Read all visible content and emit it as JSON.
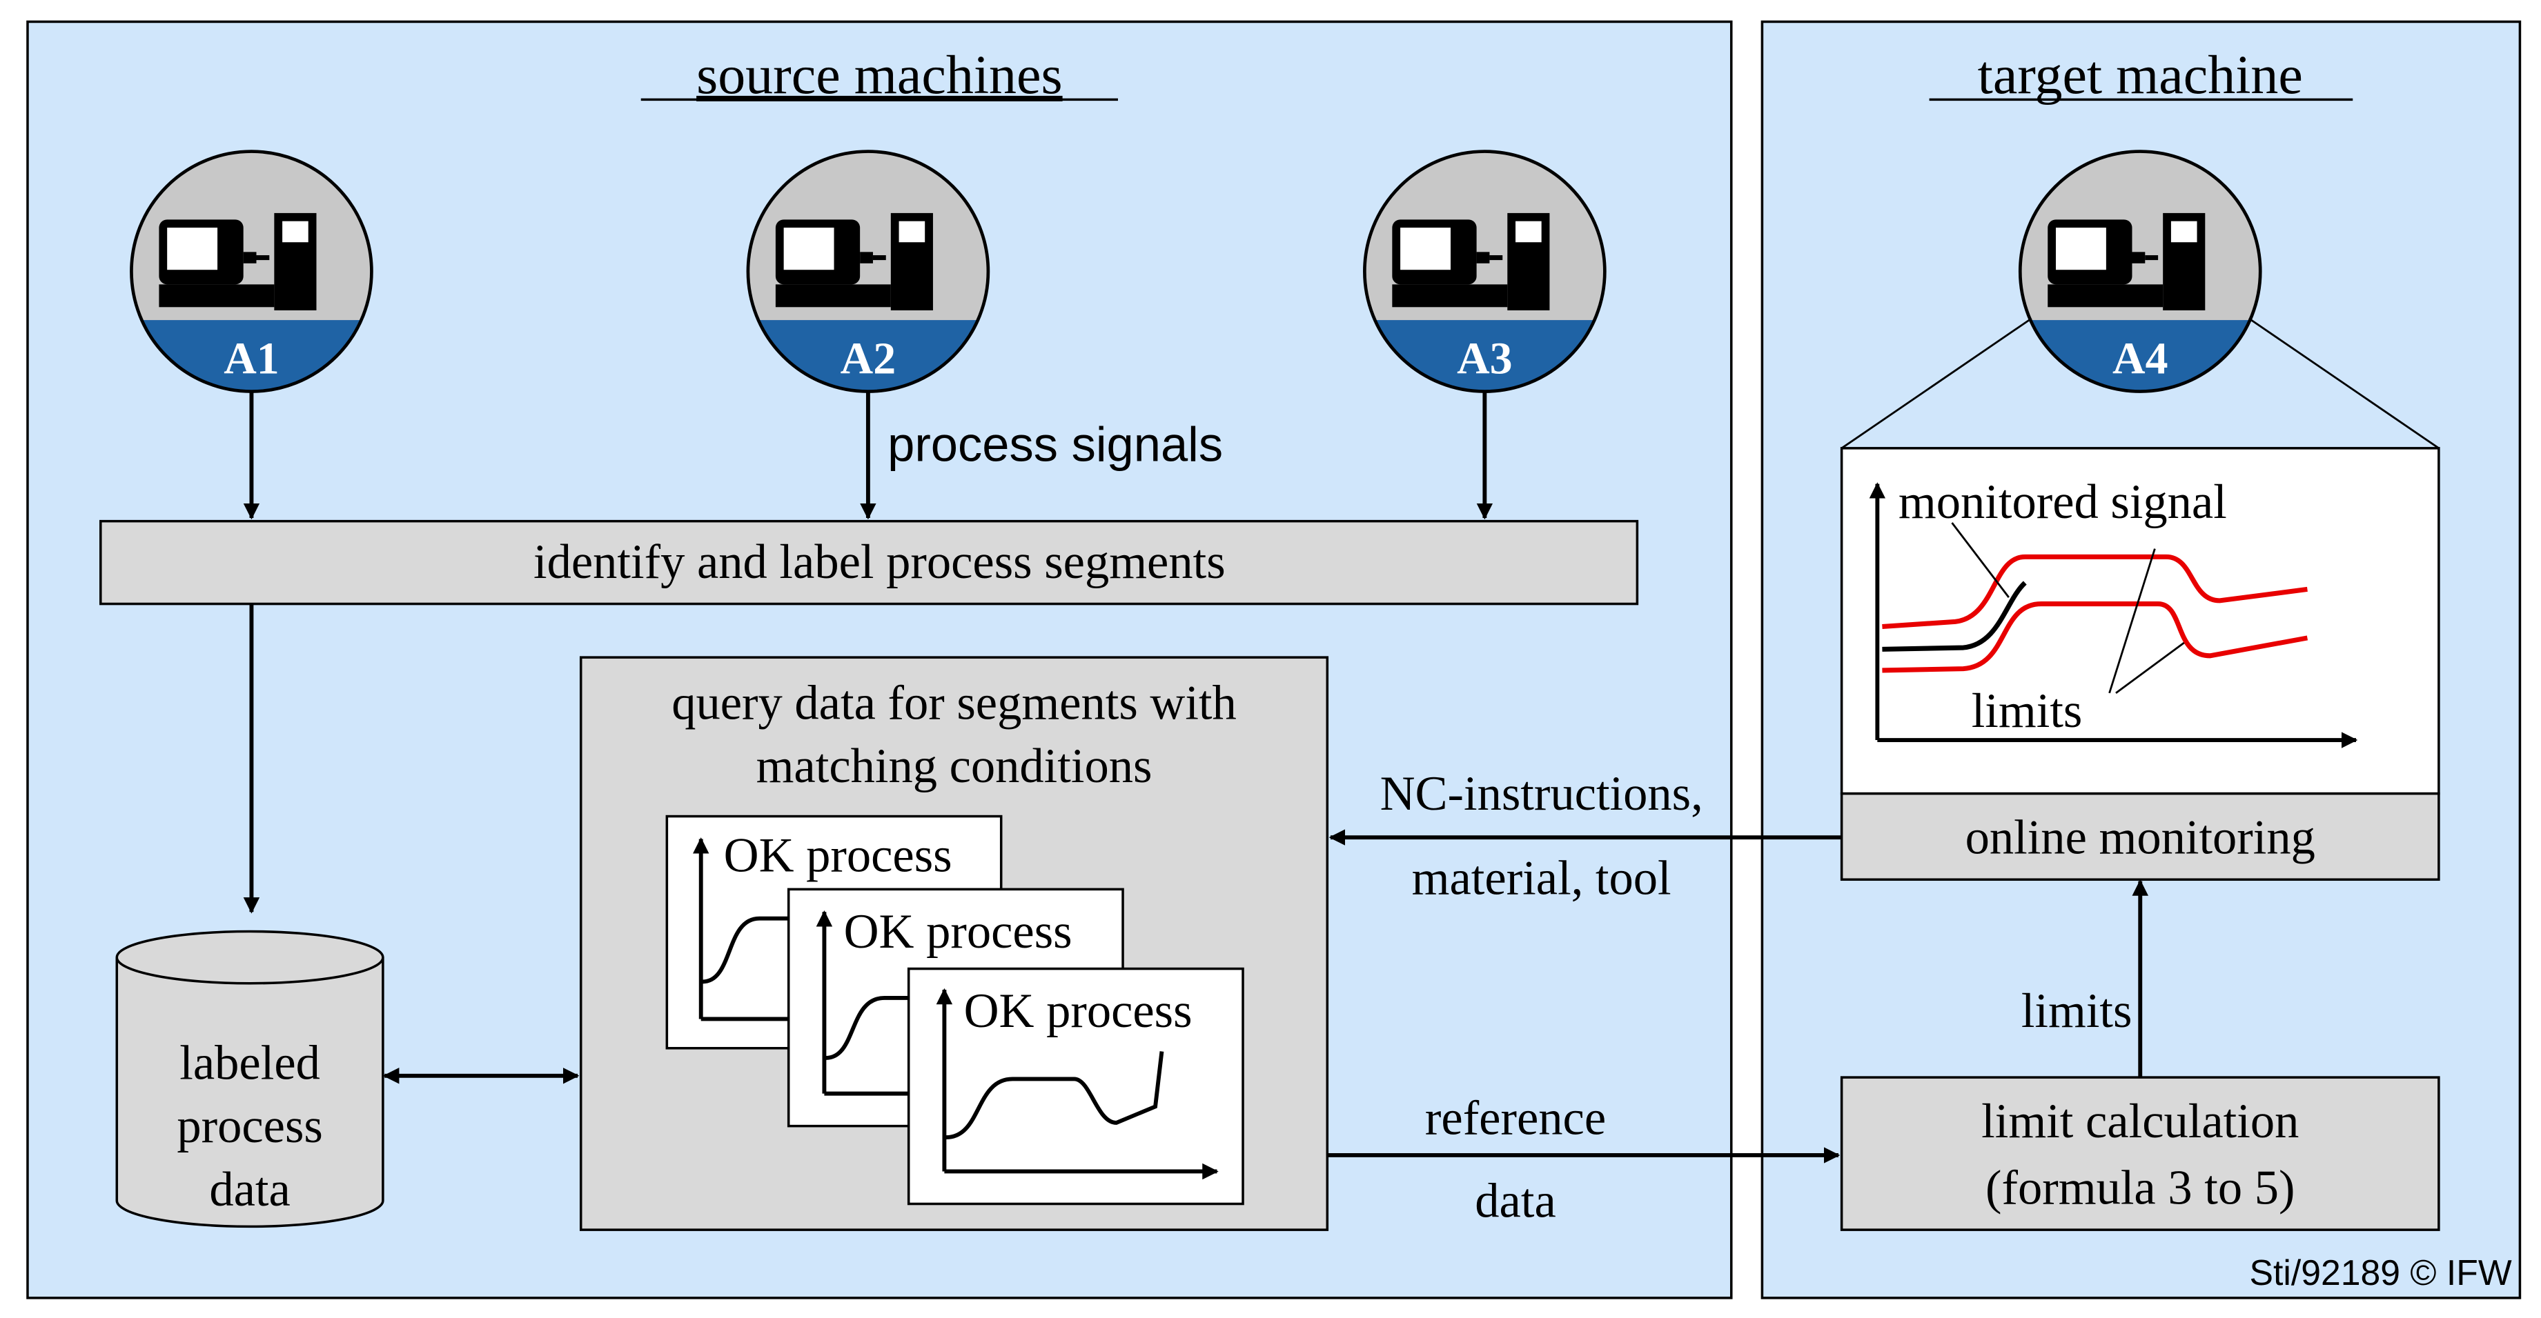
{
  "colors": {
    "panel_fill": "#d0e6fb",
    "box_fill": "#d9d9d9",
    "badge_blue": "#1f63a5",
    "badge_gray": "#c8c8c8",
    "limit_red": "#e80000",
    "text": "#000000"
  },
  "panels": {
    "source_title": "source machines",
    "target_title": "target machine"
  },
  "machines": [
    {
      "label": "A1",
      "icon": "machine-tool-icon"
    },
    {
      "label": "A2",
      "icon": "machine-tool-icon"
    },
    {
      "label": "A3",
      "icon": "machine-tool-icon"
    },
    {
      "label": "A4",
      "icon": "machine-tool-icon"
    }
  ],
  "labels": {
    "process_signals": "process signals",
    "identify": "identify and label process segments",
    "query_line1": "query data for segments with",
    "query_line2": "matching conditions",
    "ok_process": "OK process",
    "database_line1": "labeled",
    "database_line2": "process",
    "database_line3": "data",
    "nc_line1": "NC-instructions,",
    "nc_line2": "material, tool",
    "reference_line1": "reference",
    "reference_line2": "data",
    "monitored_signal": "monitored signal",
    "limits_plot": "limits",
    "online_monitoring": "online monitoring",
    "limits_arrow": "limits",
    "limit_calc_line1": "limit calculation",
    "limit_calc_line2": "(formula 3 to 5)",
    "copyright": "Sti/92189 © IFW"
  }
}
